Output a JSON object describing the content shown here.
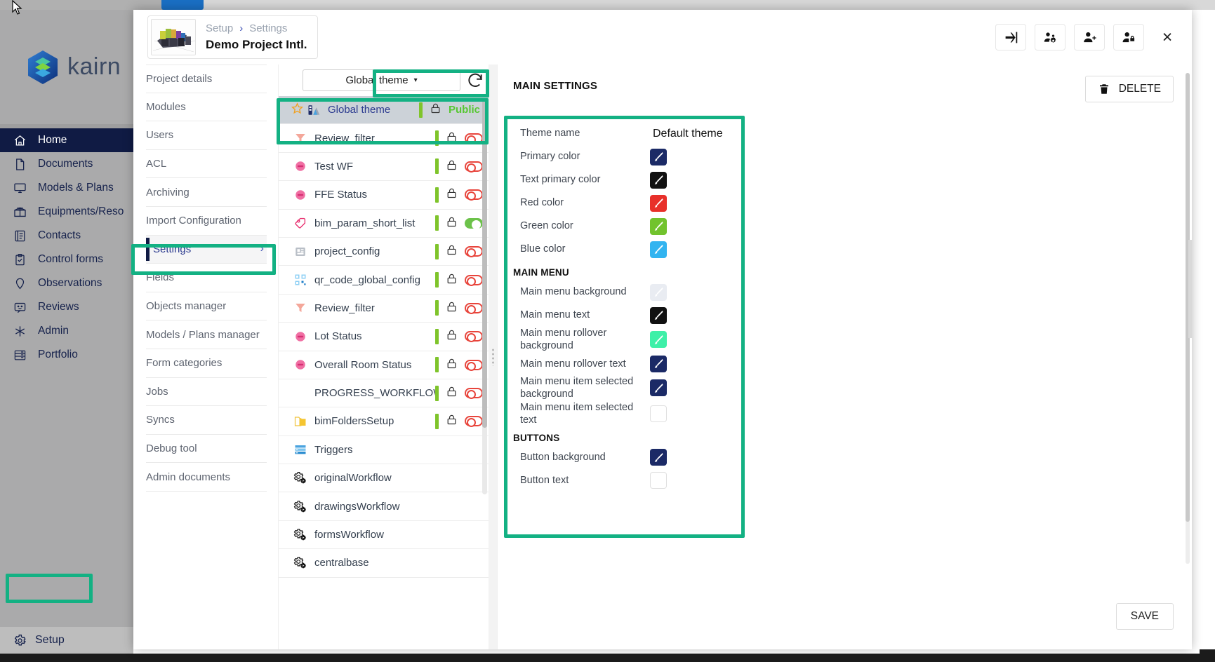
{
  "app": {
    "brand": "kairn",
    "nav": [
      {
        "label": "Home",
        "icon": "home-icon",
        "active": true
      },
      {
        "label": "Documents",
        "icon": "document-icon",
        "active": false
      },
      {
        "label": "Models & Plans",
        "icon": "monitor-icon",
        "active": false
      },
      {
        "label": "Equipments/Reso",
        "icon": "package-icon",
        "active": false
      },
      {
        "label": "Contacts",
        "icon": "contacts-icon",
        "active": false
      },
      {
        "label": "Control forms",
        "icon": "clipboard-check-icon",
        "active": false
      },
      {
        "label": "Observations",
        "icon": "pin-icon",
        "active": false
      },
      {
        "label": "Reviews",
        "icon": "chat-icon",
        "active": false
      },
      {
        "label": "Admin",
        "icon": "asterisk-icon",
        "active": false
      },
      {
        "label": "Portfolio",
        "icon": "portfolio-icon",
        "active": false
      }
    ],
    "setup": {
      "label": "Setup",
      "icon": "gear-icon"
    }
  },
  "modal": {
    "breadcrumb": {
      "root": "Setup",
      "separator": "›",
      "current": "Settings"
    },
    "project_name": "Demo Project Intl.",
    "header_buttons": [
      {
        "name": "login-as-icon",
        "title": "login-as"
      },
      {
        "name": "manage-users-icon",
        "title": "manage-users"
      },
      {
        "name": "add-user-icon",
        "title": "add-user"
      },
      {
        "name": "user-lock-icon",
        "title": "user-permissions"
      }
    ],
    "close_label": "×"
  },
  "settings_menu": [
    {
      "label": "Project details",
      "active": false,
      "chevron": false
    },
    {
      "label": "Modules",
      "active": false,
      "chevron": false
    },
    {
      "label": "Users",
      "active": false,
      "chevron": false
    },
    {
      "label": "ACL",
      "active": false,
      "chevron": false
    },
    {
      "label": "Archiving",
      "active": false,
      "chevron": false
    },
    {
      "label": "Import Configuration",
      "active": false,
      "chevron": false
    },
    {
      "label": "Settings",
      "active": true,
      "chevron": true,
      "chevron_glyph": "›"
    },
    {
      "label": "Fields",
      "active": false,
      "chevron": false
    },
    {
      "label": "Objects manager",
      "active": false,
      "chevron": false
    },
    {
      "label": "Models / Plans manager",
      "active": false,
      "chevron": false
    },
    {
      "label": "Form categories",
      "active": false,
      "chevron": false
    },
    {
      "label": "Jobs",
      "active": false,
      "chevron": false
    },
    {
      "label": "Syncs",
      "active": false,
      "chevron": false
    },
    {
      "label": "Debug tool",
      "active": false,
      "chevron": false
    },
    {
      "label": "Admin documents",
      "active": false,
      "chevron": false
    }
  ],
  "theme_list": {
    "selector_label": "Global theme",
    "selector_caret": "▾",
    "refresh_icon": "refresh-icon",
    "public_badge": "Public",
    "items": [
      {
        "label": "Global theme",
        "icon": "theme-icon",
        "starred": true,
        "selected": true,
        "green_bar": true,
        "lock": true,
        "badge": "Public",
        "toggle": null
      },
      {
        "label": "Review_filter",
        "icon": "filter-icon",
        "starred": false,
        "selected": false,
        "green_bar": true,
        "lock": true,
        "badge": null,
        "toggle": "off"
      },
      {
        "label": "Test WF",
        "icon": "status-icon",
        "starred": false,
        "selected": false,
        "green_bar": true,
        "lock": true,
        "badge": null,
        "toggle": "off"
      },
      {
        "label": "FFE Status",
        "icon": "status-icon",
        "starred": false,
        "selected": false,
        "green_bar": true,
        "lock": true,
        "badge": null,
        "toggle": "off"
      },
      {
        "label": "bim_param_short_list",
        "icon": "tag-icon",
        "starred": false,
        "selected": false,
        "green_bar": true,
        "lock": true,
        "badge": null,
        "toggle": "on"
      },
      {
        "label": "project_config",
        "icon": "config-icon",
        "starred": false,
        "selected": false,
        "green_bar": true,
        "lock": true,
        "badge": null,
        "toggle": "off"
      },
      {
        "label": "qr_code_global_config",
        "icon": "qrcode-icon",
        "starred": false,
        "selected": false,
        "green_bar": true,
        "lock": true,
        "badge": null,
        "toggle": "off"
      },
      {
        "label": "Review_filter",
        "icon": "filter-icon",
        "starred": false,
        "selected": false,
        "green_bar": true,
        "lock": true,
        "badge": null,
        "toggle": "off"
      },
      {
        "label": "Lot Status",
        "icon": "status-icon",
        "starred": false,
        "selected": false,
        "green_bar": true,
        "lock": true,
        "badge": null,
        "toggle": "off"
      },
      {
        "label": "Overall Room Status",
        "icon": "status-icon",
        "starred": false,
        "selected": false,
        "green_bar": true,
        "lock": true,
        "badge": null,
        "toggle": "off"
      },
      {
        "label": "PROGRESS_WORKFLOW",
        "icon": "none",
        "starred": false,
        "selected": false,
        "green_bar": true,
        "lock": true,
        "badge": null,
        "toggle": "off"
      },
      {
        "label": "bimFoldersSetup",
        "icon": "folder-icon",
        "starred": false,
        "selected": false,
        "green_bar": true,
        "lock": true,
        "badge": null,
        "toggle": "off"
      },
      {
        "label": "Triggers",
        "icon": "triggers-icon",
        "starred": false,
        "selected": false,
        "green_bar": false,
        "lock": false,
        "badge": null,
        "toggle": null
      },
      {
        "label": "originalWorkflow",
        "icon": "workflow-gear-icon",
        "starred": false,
        "selected": false,
        "green_bar": false,
        "lock": false,
        "badge": null,
        "toggle": null
      },
      {
        "label": "drawingsWorkflow",
        "icon": "workflow-gear-icon",
        "starred": false,
        "selected": false,
        "green_bar": false,
        "lock": false,
        "badge": null,
        "toggle": null
      },
      {
        "label": "formsWorkflow",
        "icon": "workflow-gear-icon",
        "starred": false,
        "selected": false,
        "green_bar": false,
        "lock": false,
        "badge": null,
        "toggle": null
      },
      {
        "label": "centralbase",
        "icon": "workflow-gear-icon",
        "starred": false,
        "selected": false,
        "green_bar": false,
        "lock": false,
        "badge": null,
        "toggle": null
      }
    ]
  },
  "form": {
    "section_title": "MAIN SETTINGS",
    "delete_label": "DELETE",
    "delete_icon": "trash-icon",
    "save_label": "SAVE",
    "theme_name_label": "Theme name",
    "theme_name_value": "Default theme",
    "groups": [
      {
        "title": null,
        "fields": [
          {
            "label": "Primary color",
            "color": "#1b2a66",
            "empty": false
          },
          {
            "label": "Text primary color",
            "color": "#111111",
            "empty": false
          },
          {
            "label": "Red color",
            "color": "#e8302a",
            "empty": false
          },
          {
            "label": "Green color",
            "color": "#72c32d",
            "empty": false
          },
          {
            "label": "Blue color",
            "color": "#32b4f0",
            "empty": false
          }
        ]
      },
      {
        "title": "MAIN MENU",
        "fields": [
          {
            "label": "Main menu background",
            "color": "#e9ecf2",
            "empty": false
          },
          {
            "label": "Main menu text",
            "color": "#111111",
            "empty": false
          },
          {
            "label": "Main menu rollover background",
            "color": "#3ef0a8",
            "empty": false
          },
          {
            "label": "Main menu rollover text",
            "color": "#1b2a66",
            "empty": false
          },
          {
            "label": "Main menu item selected background",
            "color": "#1b2a66",
            "empty": false
          },
          {
            "label": "Main menu item selected text",
            "color": "#ffffff",
            "empty": true
          }
        ]
      },
      {
        "title": "BUTTONS",
        "fields": [
          {
            "label": "Button background",
            "color": "#1b2a66",
            "empty": false
          },
          {
            "label": "Button text",
            "color": "#ffffff",
            "empty": true
          }
        ]
      }
    ]
  },
  "colors": {
    "accent_highlight": "#13b183",
    "sidebar_bg": "#aaaaab",
    "nav_active_bg": "#101b44",
    "green_bar": "#7fc42b"
  }
}
